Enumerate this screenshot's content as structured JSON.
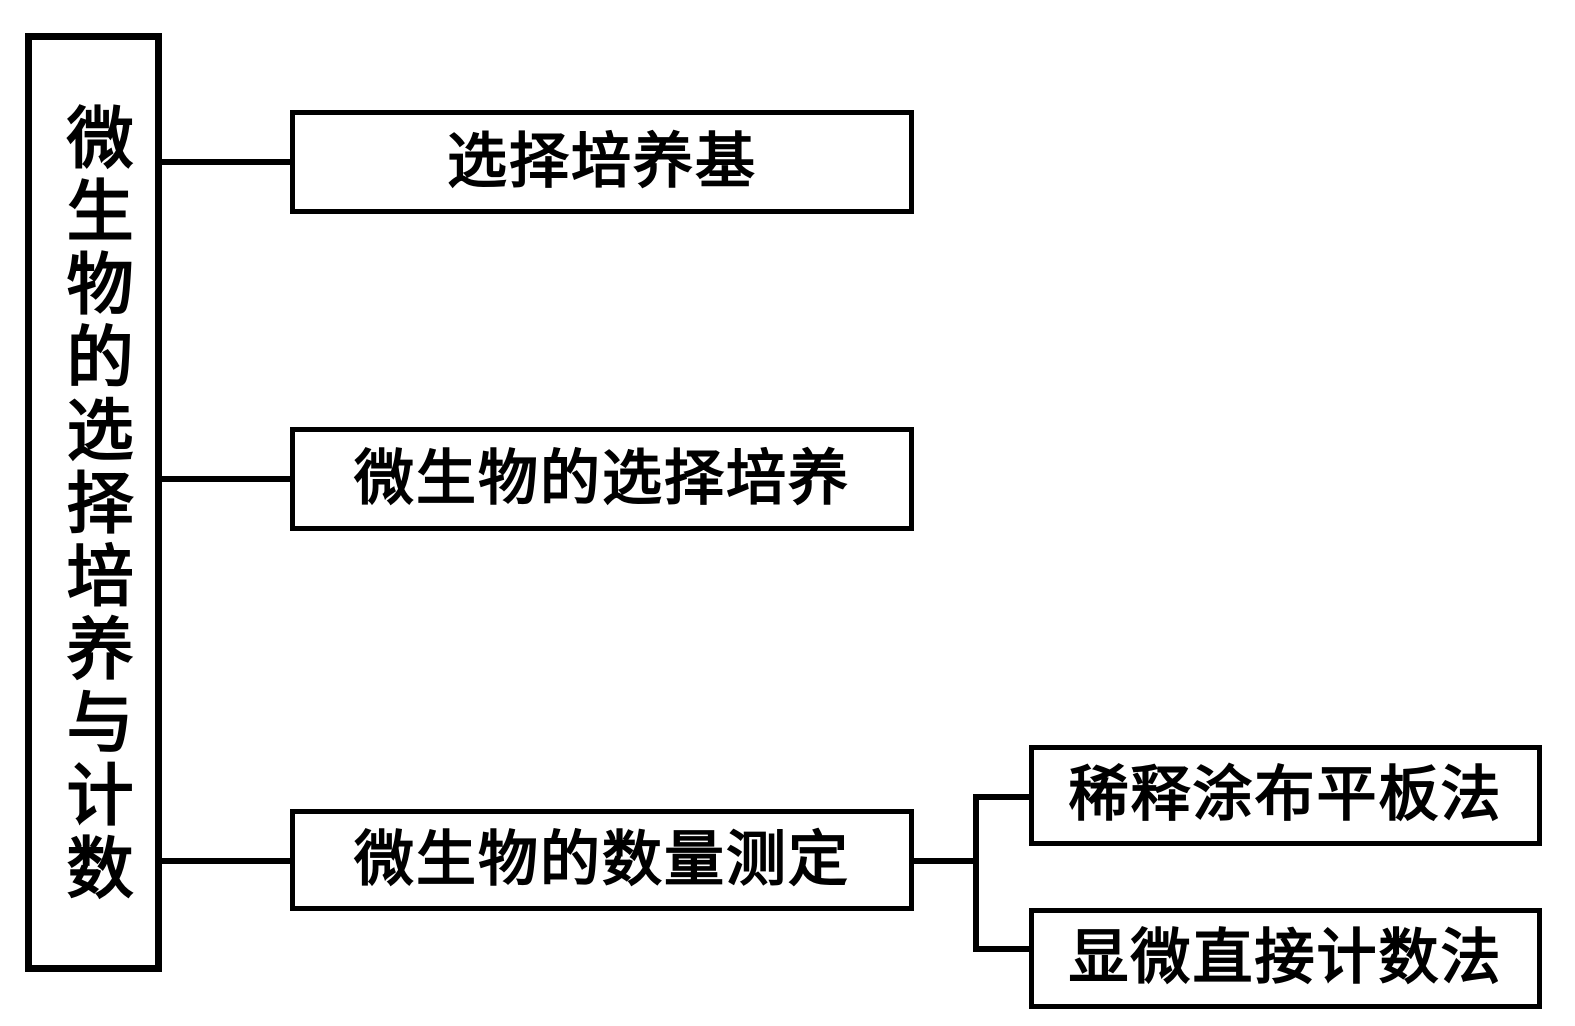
{
  "diagram": {
    "title": "微生物的选择培养与计数",
    "type": "hierarchy-tree",
    "root": {
      "label": "微生物的选择培养与计数",
      "orientation": "vertical-text"
    },
    "branches": [
      {
        "label": "选择培养基",
        "children": []
      },
      {
        "label": "微生物的选择培养",
        "children": []
      },
      {
        "label": "微生物的数量测定",
        "children": [
          {
            "label": "稀释涂布平板法"
          },
          {
            "label": "显微直接计数法"
          }
        ]
      }
    ],
    "colors": {
      "line": "#000000",
      "text": "#000000",
      "background": "#ffffff"
    }
  }
}
